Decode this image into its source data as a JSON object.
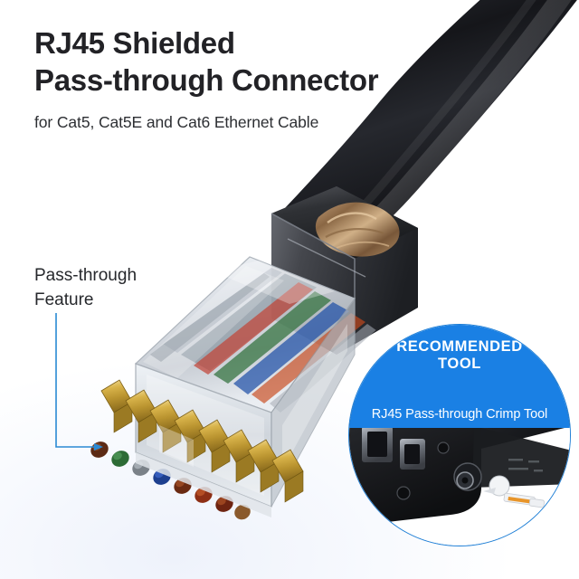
{
  "page": {
    "background_color": "#ffffff",
    "accent_blue": "#1a80e4",
    "line_blue": "#2a8ad4",
    "heading_color": "#222226"
  },
  "headline": {
    "line1": "RJ45 Shielded",
    "line2": "Pass-through Connector",
    "subtitle": "for Cat5, Cat5E and Cat6 Ethernet Cable"
  },
  "callout": {
    "line1": "Pass-through",
    "line2": "Feature"
  },
  "tool_badge": {
    "title_line1": "RECOMMENDED",
    "title_line2": "TOOL",
    "subtitle": "RJ45 Pass-through Crimp Tool",
    "band_color": "#1a80e4",
    "border_color": "#1f7fd6"
  },
  "product": {
    "cable_color": "#1b1c21",
    "shield_color": "#3a3b3f",
    "contact_gold": "#c9a43a",
    "wire_colors": [
      "#2b6a33",
      "#1c3f9e",
      "#7a3218",
      "#b34a1c",
      "#8a8f96",
      "#3f7f45",
      "#24306e",
      "#6b2a14"
    ]
  }
}
